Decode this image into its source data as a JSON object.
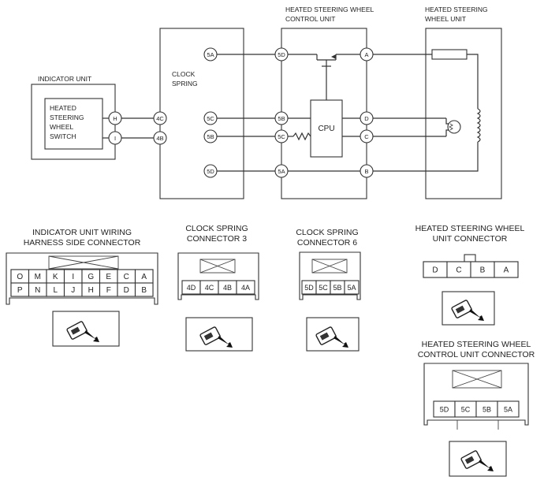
{
  "wiring": {
    "indicator_unit": "INDICATOR UNIT",
    "switch_lines": [
      "HEATED",
      "STEERING",
      "WHEEL",
      "SWITCH"
    ],
    "clock_spring": [
      "CLOCK",
      "SPRING"
    ],
    "control_unit": [
      "HEATED STEERING WHEEL",
      "CONTROL UNIT"
    ],
    "wheel_unit": [
      "HEATED STEERING",
      "WHEEL UNIT"
    ],
    "cpu": "CPU",
    "terminals": {
      "ind_h": "H",
      "ind_i": "I",
      "cs_4c": "4C",
      "cs_4b": "4B",
      "cs_5a": "5A",
      "cs_5c": "5C",
      "cs_5b": "5B",
      "cs_5d": "5D",
      "cu_5d": "5D",
      "cu_5b": "5B",
      "cu_5c": "5C",
      "cu_5a": "5A",
      "cu_a": "A",
      "cu_d": "D",
      "cu_c": "C",
      "cu_b": "B"
    }
  },
  "connectors": {
    "indicator": {
      "title": [
        "INDICATOR UNIT WIRING",
        "HARNESS SIDE CONNECTOR"
      ],
      "row1": [
        "O",
        "M",
        "K",
        "I",
        "G",
        "E",
        "C",
        "A"
      ],
      "row2": [
        "P",
        "N",
        "L",
        "J",
        "H",
        "F",
        "D",
        "B"
      ]
    },
    "cs3": {
      "title": [
        "CLOCK SPRING",
        "CONNECTOR 3"
      ],
      "pins": [
        "4D",
        "4C",
        "4B",
        "4A"
      ]
    },
    "cs6": {
      "title": [
        "CLOCK SPRING",
        "CONNECTOR 6"
      ],
      "pins": [
        "5D",
        "5C",
        "5B",
        "5A"
      ]
    },
    "wheel": {
      "title": [
        "HEATED STEERING WHEEL",
        "UNIT CONNECTOR"
      ],
      "pins": [
        "D",
        "C",
        "B",
        "A"
      ]
    },
    "control": {
      "title": [
        "HEATED STEERING WHEEL",
        "CONTROL UNIT CONNECTOR"
      ],
      "pins": [
        "5D",
        "5C",
        "5B",
        "5A"
      ]
    }
  }
}
